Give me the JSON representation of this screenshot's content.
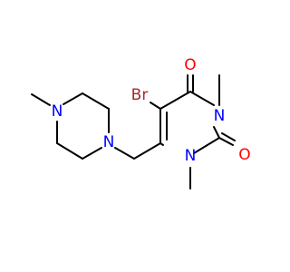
{
  "molecule": {
    "atoms": {
      "br": {
        "text": "Br"
      },
      "o4": {
        "text": "O"
      },
      "n3": {
        "text": "N"
      },
      "o2": {
        "text": "O"
      },
      "n1": {
        "text": "N"
      },
      "npa": {
        "text": "N"
      },
      "npb": {
        "text": "N"
      }
    }
  },
  "colors": {
    "bond": "#000000",
    "carbon": "#000000",
    "nitrogen": "#0000ff",
    "oxygen": "#ff0000",
    "bromine": "#a52a2a",
    "background": "#ffffff"
  }
}
